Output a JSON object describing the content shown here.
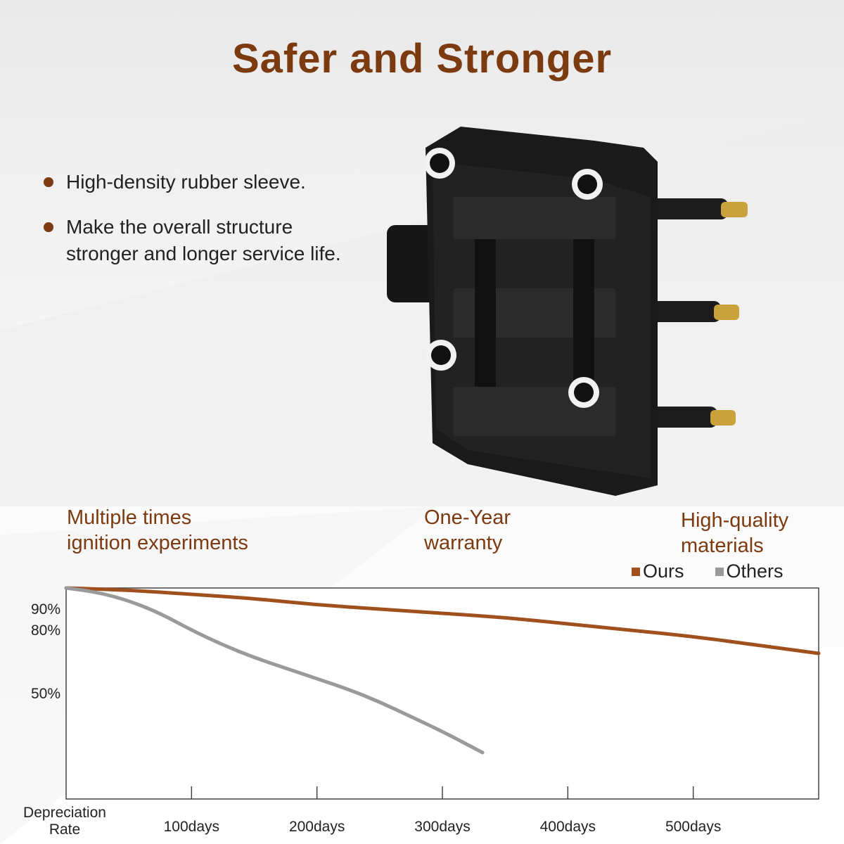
{
  "header": {
    "title": "Safer and Stronger"
  },
  "bullets": [
    {
      "lines": [
        "High-density rubber sleeve."
      ]
    },
    {
      "lines": [
        "Make the overall structure",
        "stronger and longer service life."
      ]
    }
  ],
  "features": [
    {
      "lines": [
        "Multiple times",
        "ignition experiments"
      ]
    },
    {
      "lines": [
        "One-Year",
        "warranty"
      ]
    },
    {
      "lines": [
        "High-quality",
        "materials"
      ]
    }
  ],
  "colors": {
    "accent": "#7b3a10",
    "ours": "#a0501c",
    "others": "#9a9a9a",
    "product": "#1a1a1a",
    "pin": "#c9a23c"
  },
  "icons": {
    "bullet": "dot-bullet"
  },
  "chart_data": {
    "type": "line",
    "ylabel": [
      "Depreciation",
      "Rate"
    ],
    "x_ticks": [
      {
        "value": 100,
        "label": "100days"
      },
      {
        "value": 200,
        "label": "200days"
      },
      {
        "value": 300,
        "label": "300days"
      },
      {
        "value": 400,
        "label": "400days"
      },
      {
        "value": 500,
        "label": "500days"
      }
    ],
    "y_ticks": [
      {
        "value": 90,
        "label": "90%"
      },
      {
        "value": 80,
        "label": "80%"
      },
      {
        "value": 50,
        "label": "50%"
      }
    ],
    "xlim": [
      0,
      600
    ],
    "ylim": [
      0,
      100
    ],
    "grid": false,
    "legend": "top-right",
    "series": [
      {
        "name": "Ours",
        "color": "#a0501c",
        "x": [
          0,
          50,
          100,
          150,
          200,
          250,
          300,
          350,
          400,
          450,
          500,
          550,
          600
        ],
        "y": [
          100,
          99,
          97,
          95,
          92,
          90,
          88,
          86,
          83,
          80,
          77,
          73,
          69
        ]
      },
      {
        "name": "Others",
        "color": "#9a9a9a",
        "x": [
          0,
          25,
          50,
          75,
          100,
          125,
          150,
          175,
          200,
          225,
          250,
          275,
          300,
          332
        ],
        "y": [
          100,
          98,
          94,
          88,
          80,
          73,
          67,
          62,
          57,
          52,
          46,
          39,
          32,
          22
        ]
      }
    ]
  }
}
